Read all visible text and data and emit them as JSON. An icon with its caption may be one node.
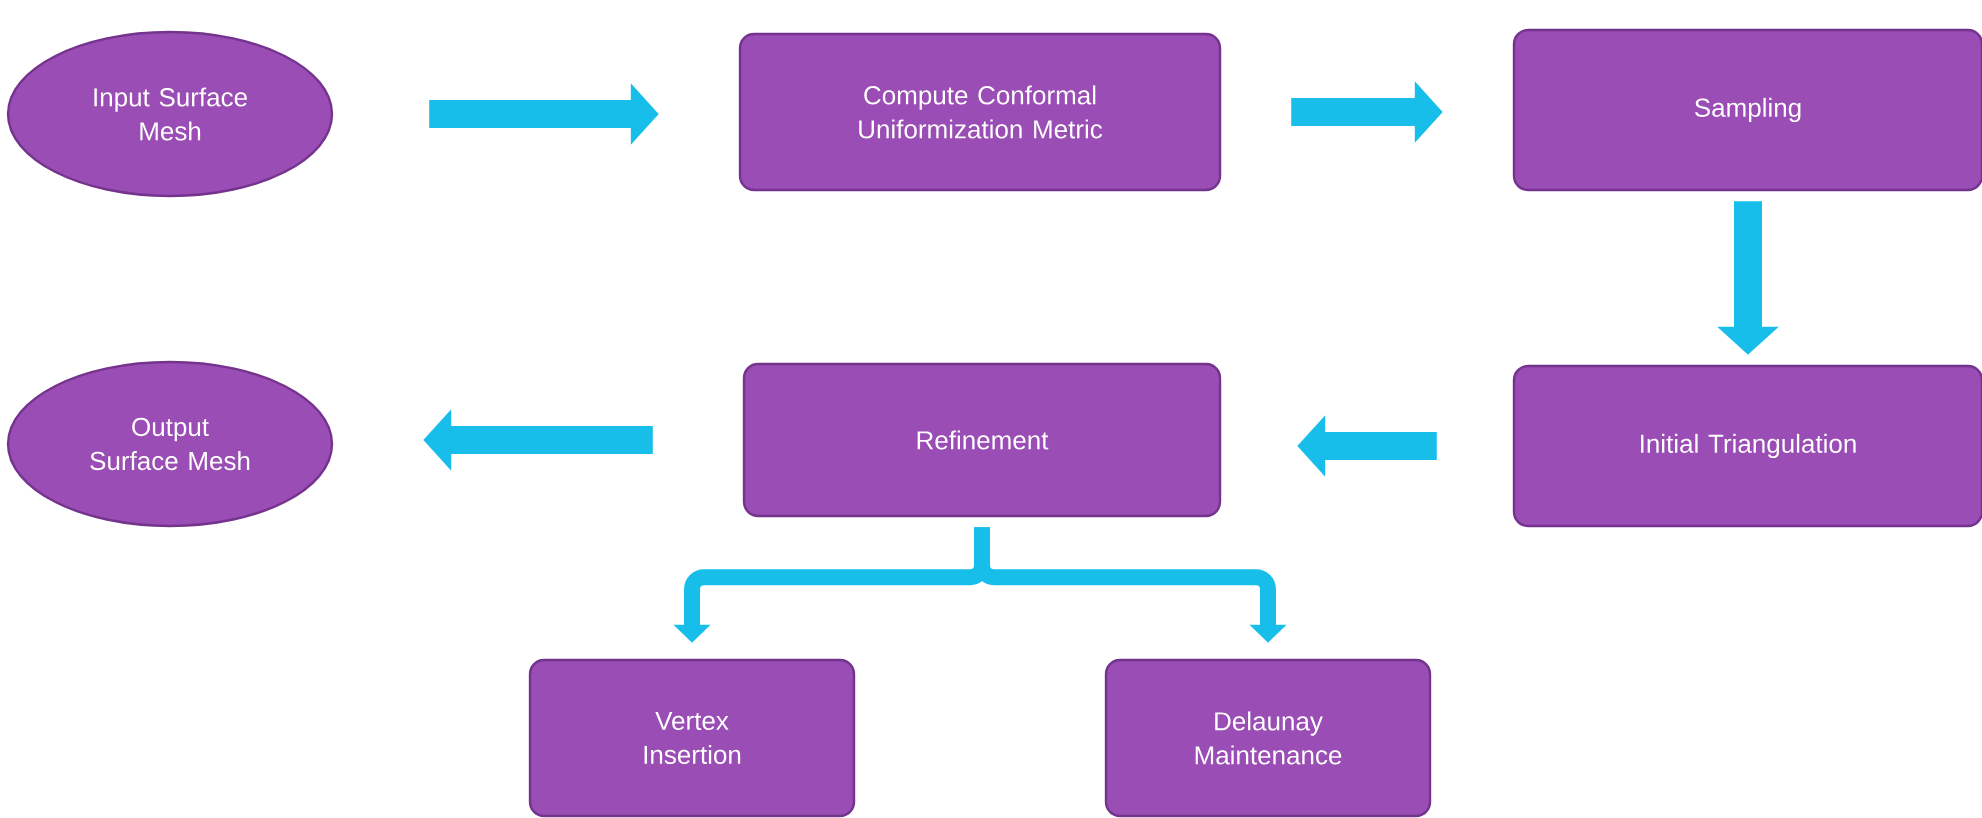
{
  "diagram": {
    "nodes": [
      {
        "text": [
          "Input Surface Mesh"
        ]
      },
      {
        "text": [
          "Compute Conformal Uniformization Metric"
        ]
      },
      {
        "text": [
          "Sampling"
        ]
      },
      {
        "text": [
          "Initial Triangulation"
        ]
      },
      {
        "text": [
          "Refinement"
        ]
      },
      {
        "text": [
          "Output Surface Mesh"
        ]
      },
      {
        "text": [
          "Vertex Insertion"
        ]
      },
      {
        "text": [
          "Delaunay Maintenance"
        ]
      }
    ],
    "edges": [
      {
        "from": 0,
        "to": 1,
        "arrow": "to"
      },
      {
        "from": 1,
        "to": 2,
        "arrow": "to"
      },
      {
        "from": 2,
        "to": 3,
        "arrow": "to"
      },
      {
        "from": 3,
        "to": 4,
        "arrow": "to"
      },
      {
        "from": 4,
        "to": 5,
        "arrow": "to"
      },
      {
        "from": 4,
        "to": 6,
        "arrow": "to"
      },
      {
        "from": 4,
        "to": 7,
        "arrow": "to"
      }
    ]
  }
}
